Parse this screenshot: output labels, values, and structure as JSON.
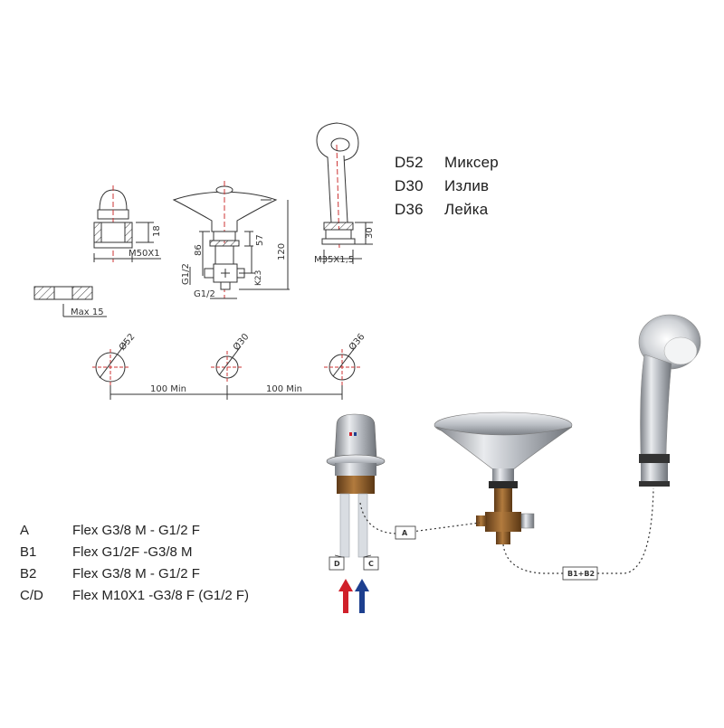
{
  "component_legend": [
    {
      "code": "D52",
      "name": "Миксер"
    },
    {
      "code": "D30",
      "name": "Излив"
    },
    {
      "code": "D36",
      "name": "Лейка"
    }
  ],
  "dimensions": {
    "mixer_height": "18",
    "mixer_thread": "M50X1",
    "spout_height_upper": "86",
    "spout_height_mid": "57",
    "spout_height_total": "120",
    "spout_k": "K23",
    "spout_inlet_side": "G1/2",
    "spout_inlet_bottom": "G1/2",
    "shower_height": "30",
    "shower_thread": "M35X1,5",
    "slab_thickness": "Max 15",
    "hole_d52": "Ø52",
    "hole_d30": "Ø30",
    "hole_d36": "Ø36",
    "spacing_1": "100 Min",
    "spacing_2": "100 Min"
  },
  "hoses": [
    {
      "code": "A",
      "desc": "Flex G3/8 M - G1/2 F"
    },
    {
      "code": "B1",
      "desc": "Flex G1/2F -G3/8 M"
    },
    {
      "code": "B2",
      "desc": "Flex G3/8 M - G1/2 F"
    },
    {
      "code": "C/D",
      "desc": "Flex M10X1 -G3/8 F (G1/2 F)"
    }
  ],
  "connection_tags": {
    "a": "A",
    "b1b2": "B1+B2",
    "d": "D",
    "c": "C"
  },
  "colors": {
    "hot": "#d0202a",
    "cold": "#1d3f8f",
    "brass": "#8a5a2a",
    "chrome": "#c9ccd0",
    "line": "#222222"
  }
}
